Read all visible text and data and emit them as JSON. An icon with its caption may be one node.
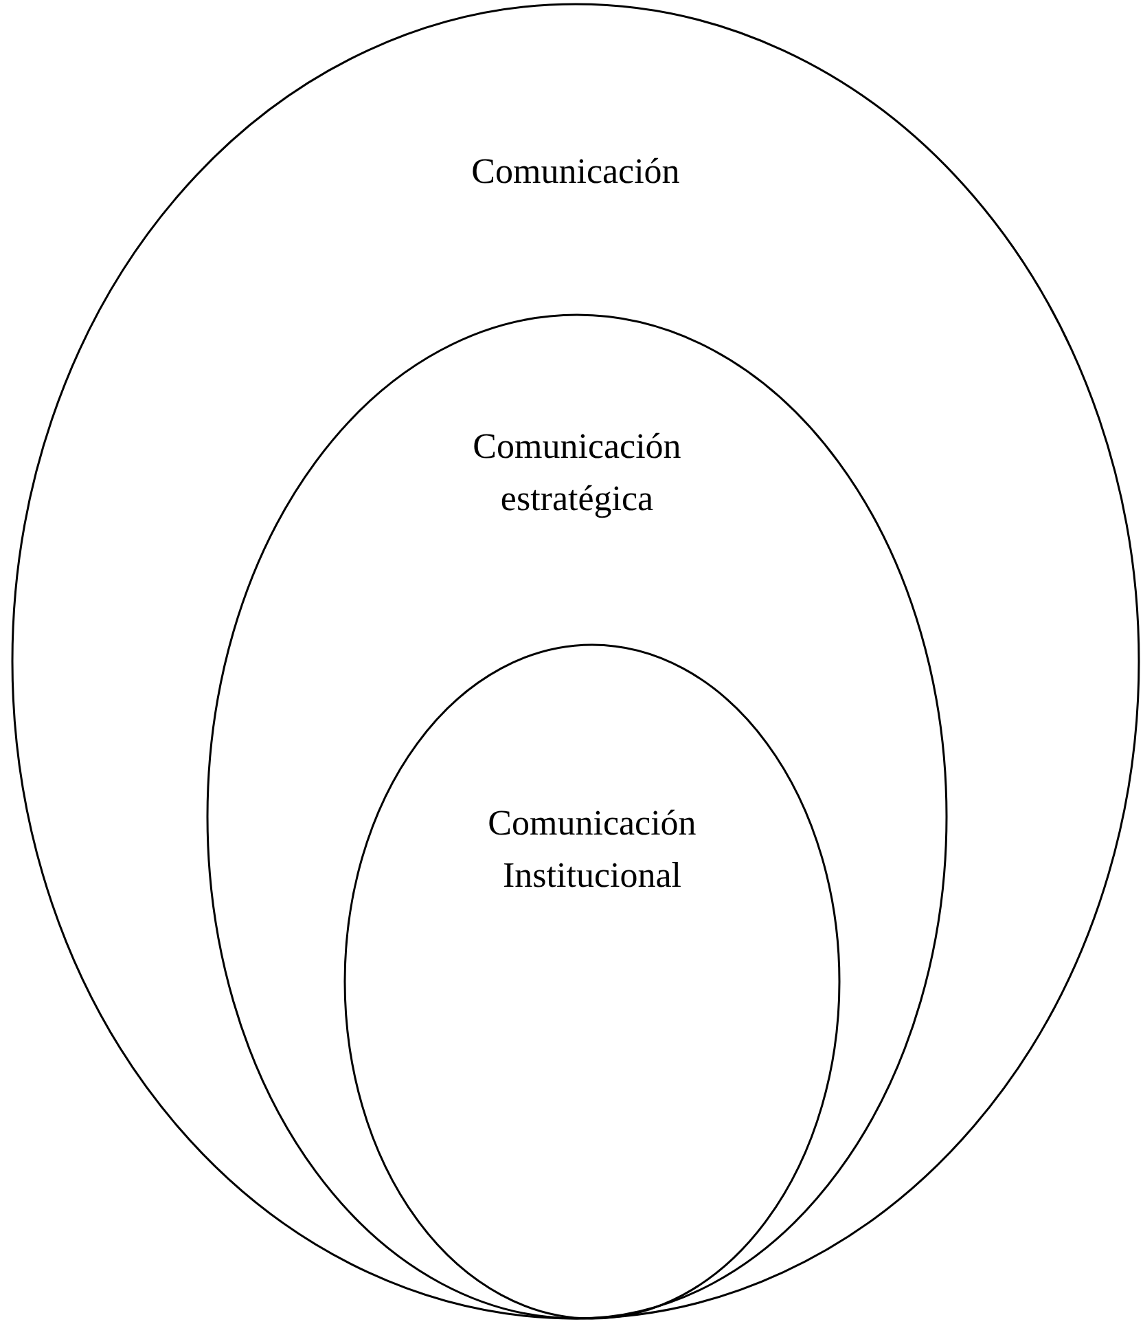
{
  "diagram": {
    "nodes": [
      {
        "text": [
          "Comunicación"
        ]
      },
      {
        "text": [
          "Comunicación estratégica"
        ],
        "in": 0
      },
      {
        "text": [
          "Comunicación Institucional"
        ],
        "in": 1
      }
    ]
  }
}
